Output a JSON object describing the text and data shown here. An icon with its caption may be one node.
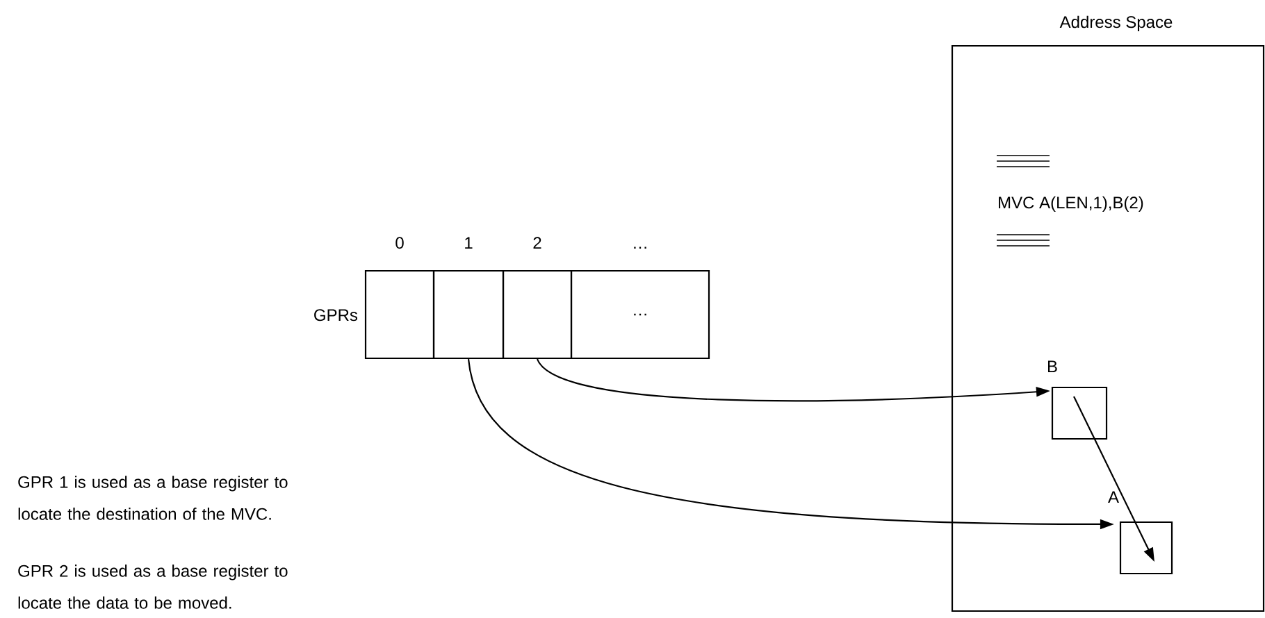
{
  "diagram": {
    "nodes": [
      {
        "text": [
          "Address Space",
          "MVC A(LEN,1),B(2)"
        ]
      },
      {
        "text": [],
        "shape": "box",
        "beside": [
          "0"
        ]
      },
      {
        "text": [],
        "shape": "box",
        "beside": [
          "1"
        ]
      },
      {
        "text": [],
        "shape": "box",
        "beside": [
          "2"
        ]
      },
      {
        "text": [
          "…"
        ],
        "beside": [
          "…"
        ]
      },
      {
        "text": [],
        "shape": "box",
        "beside": [
          "B"
        ],
        "in": 0
      },
      {
        "text": [],
        "shape": "box",
        "beside": [
          "A"
        ],
        "in": 0
      }
    ],
    "edges": [
      {
        "from": 3,
        "to": 5,
        "arrow": "to"
      },
      {
        "from": 2,
        "to": 6,
        "arrow": "to"
      },
      {
        "from": 5,
        "to": 6,
        "arrow": "to"
      }
    ],
    "labels": [
      "GPRs",
      "GPR 1 is used as a base register to locate the destination of the MVC.",
      "GPR 2 is used as a base register to locate the data to be moved."
    ]
  }
}
